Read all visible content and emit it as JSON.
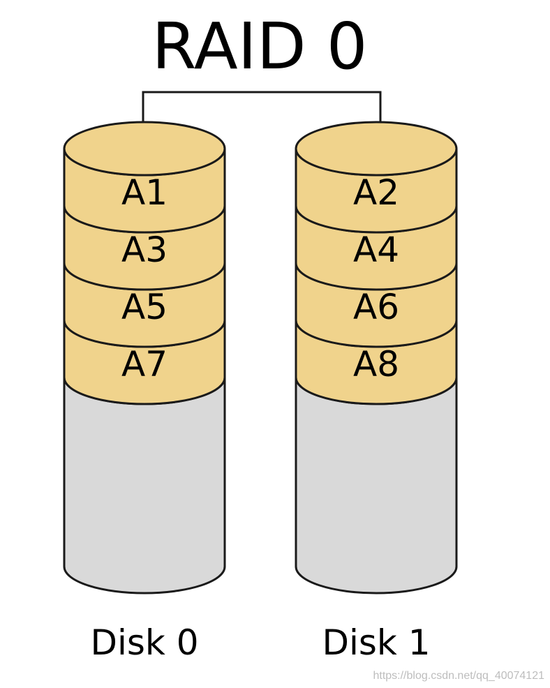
{
  "title": "RAID 0",
  "colors": {
    "data_block": "#f0d38c",
    "empty_disk": "#d9d9d9",
    "stroke": "#1a1a1a"
  },
  "disks": [
    {
      "label": "Disk 0",
      "blocks": [
        "A1",
        "A3",
        "A5",
        "A7"
      ]
    },
    {
      "label": "Disk 1",
      "blocks": [
        "A2",
        "A4",
        "A6",
        "A8"
      ]
    }
  ],
  "watermark": "https://blog.csdn.net/qq_40074121"
}
